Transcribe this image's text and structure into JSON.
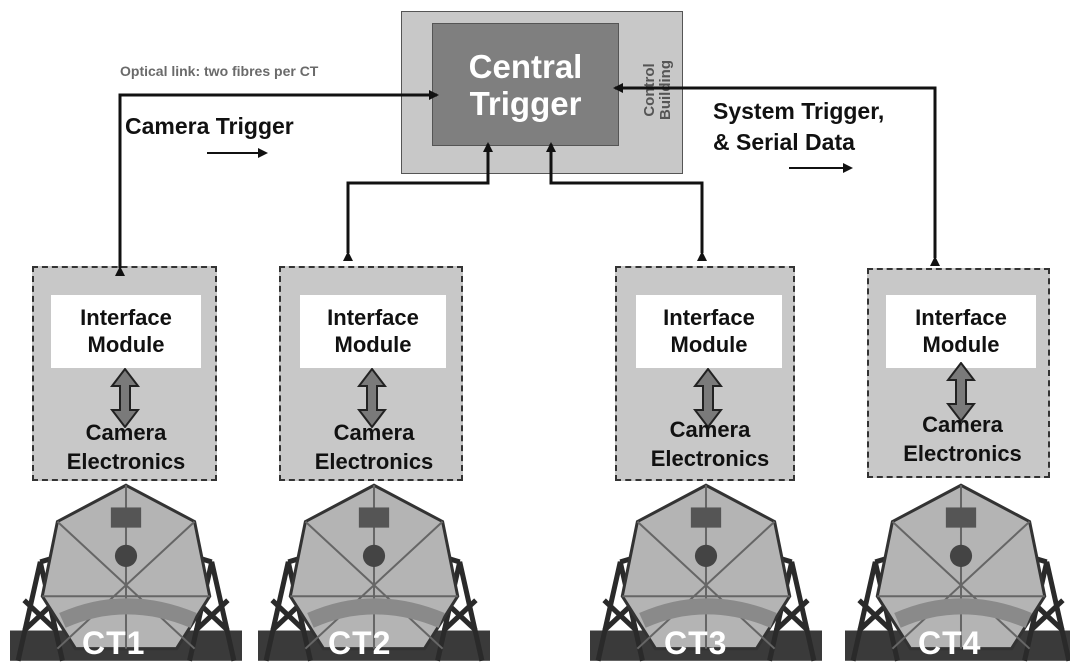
{
  "central": {
    "title": "Central\nTrigger",
    "building_label": "Control\nBuilding",
    "optical_label": "Optical link: two fibres per CT",
    "camera_trigger_label": "Camera Trigger",
    "system_trigger_label": "System Trigger,\n& Serial Data"
  },
  "telescopes": [
    {
      "interface_label": "Interface\nModule",
      "electronics_label": "Camera\nElectronics",
      "tag": "CT1"
    },
    {
      "interface_label": "Interface\nModule",
      "electronics_label": "Camera\nElectronics",
      "tag": "CT2"
    },
    {
      "interface_label": "Interface\nModule",
      "electronics_label": "Camera\nElectronics",
      "tag": "CT3"
    },
    {
      "interface_label": "Interface\nModule",
      "electronics_label": "Camera\nElectronics",
      "tag": "CT4"
    }
  ],
  "colors": {
    "building": "#c8c8c8",
    "trigger_box": "#7f7f7f",
    "module_panel": "#c8c8c8",
    "double_arrow": "#7a7a7a"
  }
}
